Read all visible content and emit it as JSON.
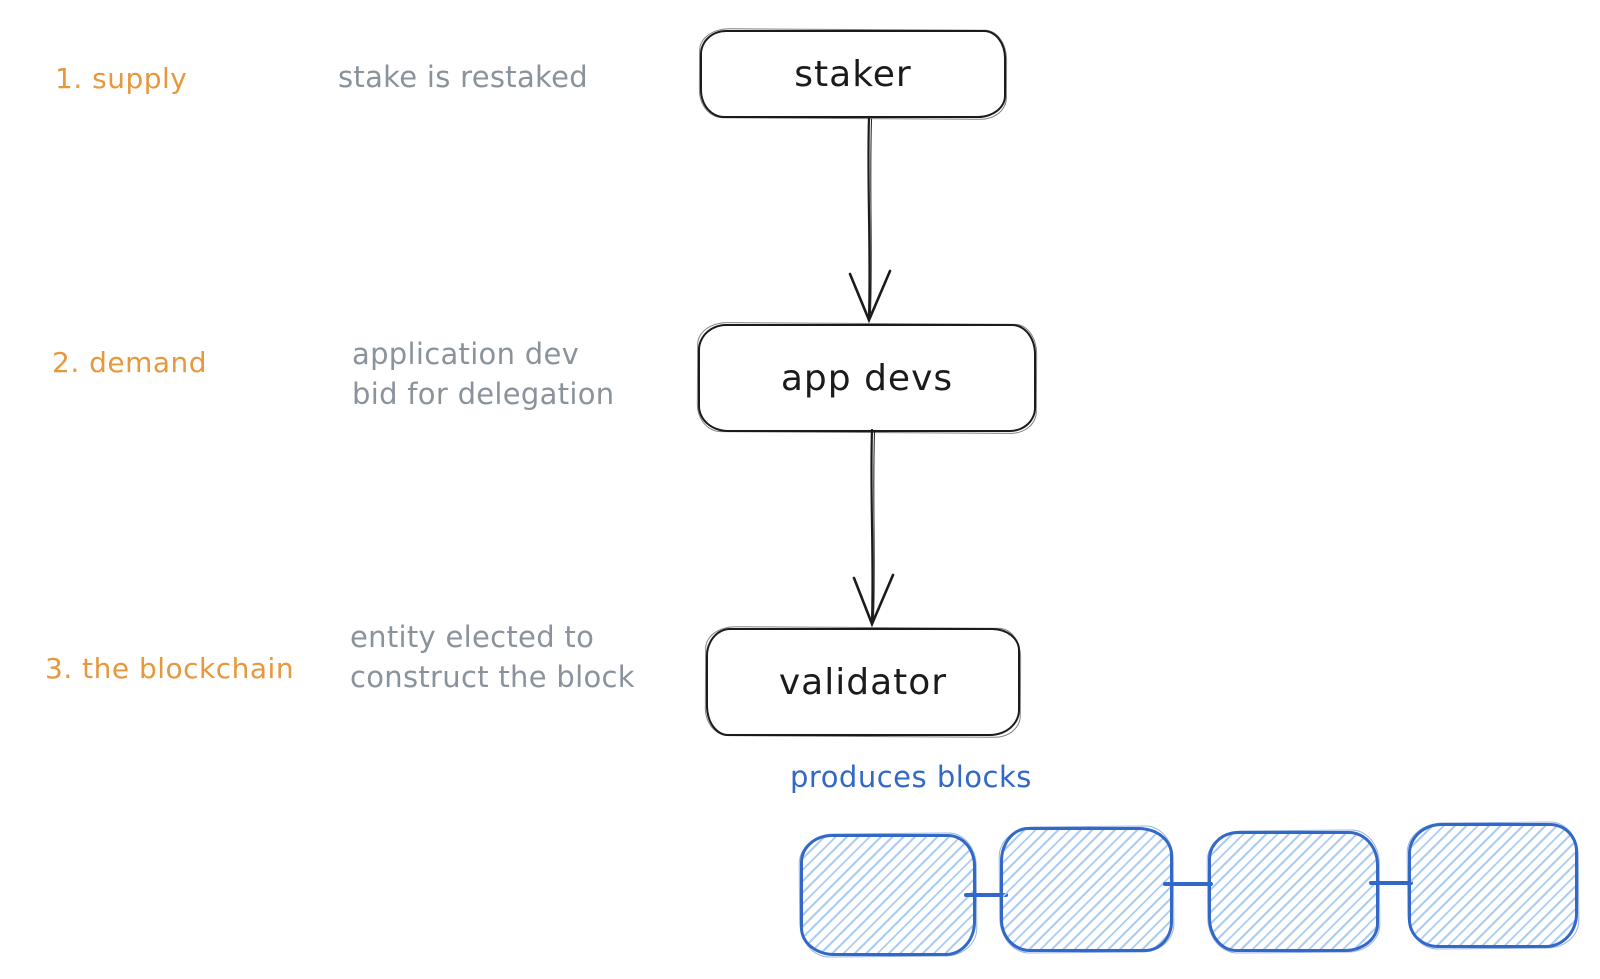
{
  "colors": {
    "orange": "#e8973c",
    "gray": "#8a939c",
    "ink": "#1b1b1b",
    "blue": "#3268c8",
    "hatch": "#abcdf3"
  },
  "rows": [
    {
      "step": "1. supply",
      "caption_lines": [
        "stake is restaked"
      ],
      "node": "staker"
    },
    {
      "step": "2. demand",
      "caption_lines": [
        "application dev",
        "bid for delegation"
      ],
      "node": "app devs"
    },
    {
      "step": "3. the blockchain",
      "caption_lines": [
        "entity elected to",
        "construct the block"
      ],
      "node": "validator"
    }
  ],
  "chain": {
    "label": "produces blocks",
    "block_count": 4
  }
}
